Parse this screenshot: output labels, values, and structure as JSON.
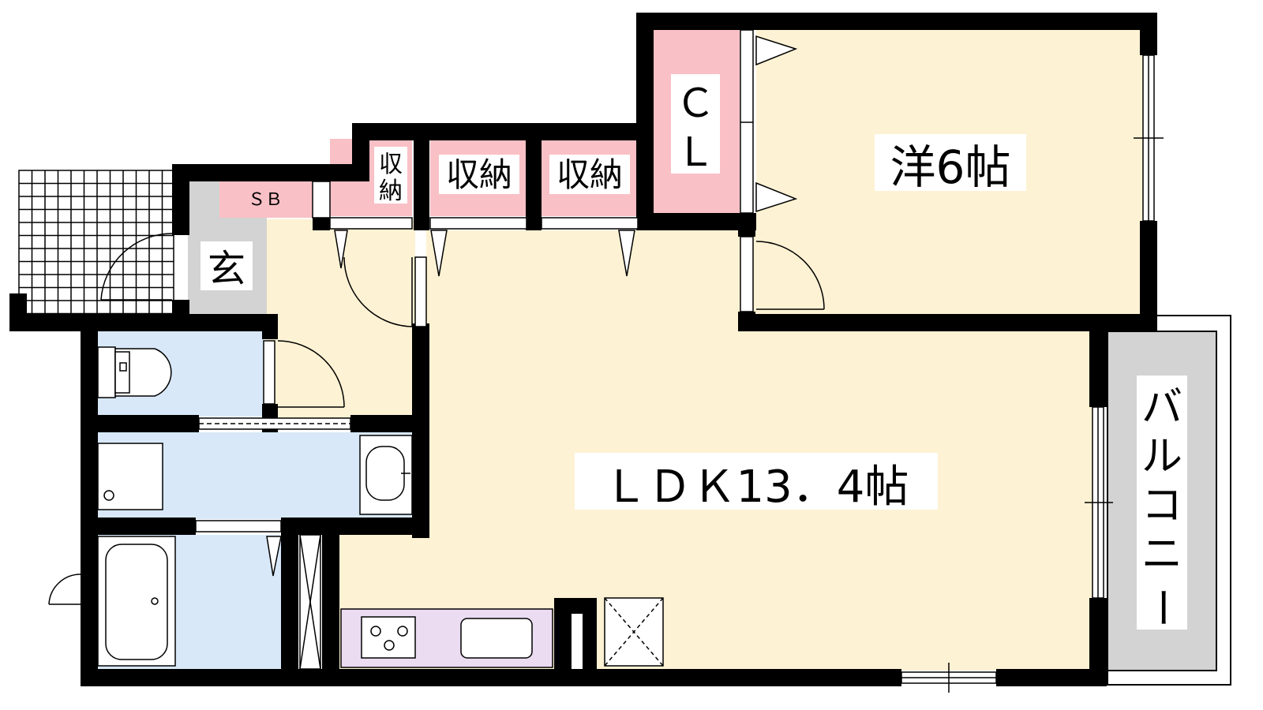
{
  "rooms": {
    "western_room": "洋6帖",
    "ldk": "ＬＤＫ13．4帖",
    "closet": {
      "line1": "Ｃ",
      "line2": "Ｌ"
    },
    "entrance": "玄",
    "shoe_box": "ＳＢ",
    "storage_small": {
      "line1": "収",
      "line2": "納"
    },
    "storage_1": "収納",
    "storage_2": "収納",
    "balcony": [
      "バ",
      "ル",
      "コ",
      "ニ",
      "ー"
    ]
  },
  "colors": {
    "wall": "#000000",
    "living_floor": "#fdf2d3",
    "storage": "#f9c0c5",
    "wet_area": "#d8e8f8",
    "entrance_floor": "#d3d3d3",
    "balcony": "#d3d3d3",
    "kitchen_counter": "#ebdcf2"
  }
}
